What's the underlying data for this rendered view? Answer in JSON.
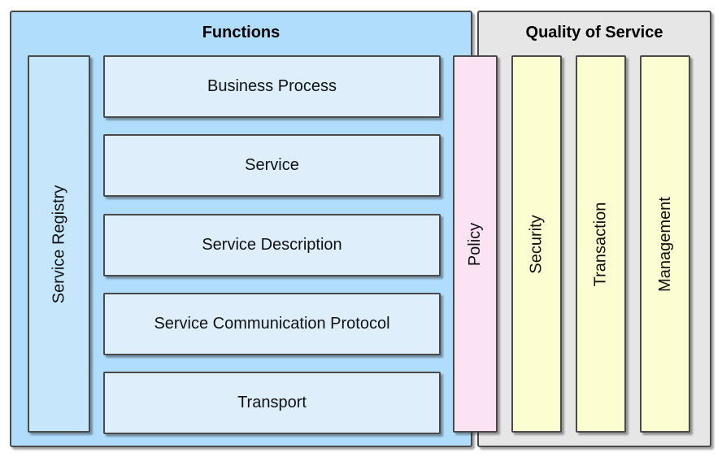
{
  "functions": {
    "title": "Functions",
    "service_registry": "Service Registry",
    "layers": [
      "Business Process",
      "Service",
      "Service Description",
      "Service Communication Protocol",
      "Transport"
    ]
  },
  "policy": "Policy",
  "quality_of_service": {
    "title": "Quality of Service",
    "items": [
      "Security",
      "Transaction",
      "Management"
    ]
  },
  "colors": {
    "functions_bg": "#b0ddfb",
    "layer_bg": "#deeffb",
    "registry_bg": "#c6e6fb",
    "policy_bg": "#fce3f4",
    "qos_bg": "#e6e6e6",
    "qos_item_bg": "#fcfdd0",
    "border": "#4a4a4a"
  }
}
